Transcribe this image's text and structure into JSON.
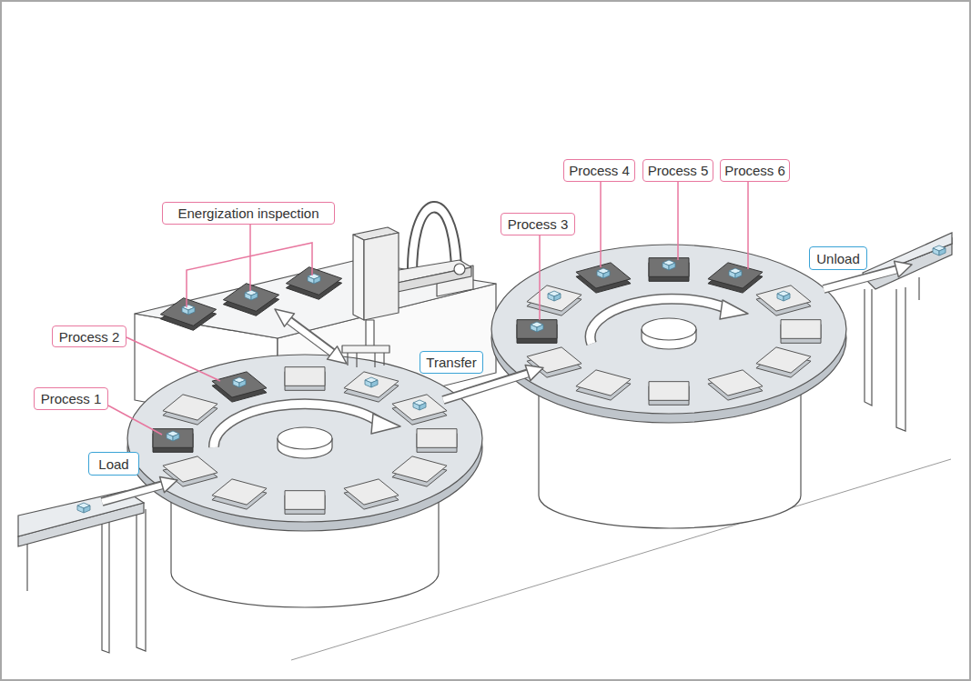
{
  "diagram": {
    "nodes": [
      {
        "text": [
          "Process 4"
        ]
      },
      {
        "text": [
          "Process 5"
        ]
      },
      {
        "text": [
          "Process 6"
        ]
      },
      {
        "text": [
          "Energization inspection"
        ]
      },
      {
        "text": [
          "Process 3"
        ]
      },
      {
        "text": [
          "Unload"
        ]
      },
      {
        "text": [
          "Process 2"
        ]
      },
      {
        "text": [
          "Transfer"
        ]
      },
      {
        "text": [
          "Process 1"
        ]
      },
      {
        "text": [
          "Load"
        ]
      }
    ]
  }
}
